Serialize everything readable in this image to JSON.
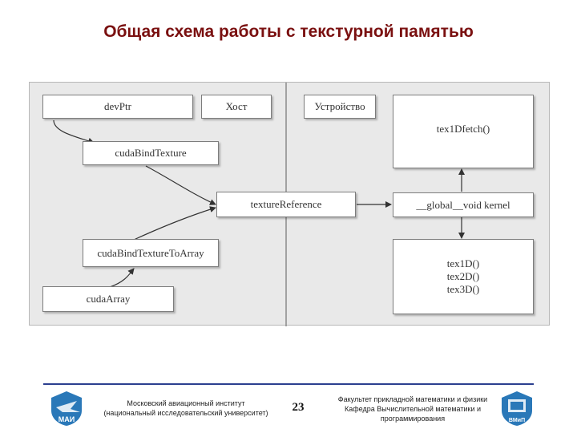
{
  "title": "Общая схема работы с текстурной памятью",
  "diagram": {
    "host_label": "Хост",
    "device_label": "Устройство",
    "host_boxes": {
      "devptr": "devPtr",
      "bind_texture": "cudaBindTexture",
      "bind_texture_to_array": "cudaBindTextureToArray",
      "cuda_array": "cudaArray"
    },
    "texture_reference": "textureReference",
    "device_boxes": {
      "tex1dfetch": "tex1Dfetch()",
      "kernel": "__global__void kernel",
      "tex_funcs": [
        "tex1D()",
        "tex2D()",
        "tex3D()"
      ]
    }
  },
  "footer": {
    "left_line1": "Московский авиационный институт",
    "left_line2": "(национальный исследовательский университет)",
    "page_number": "23",
    "right_line1": "Факультет прикладной математики и физики",
    "right_line2": "Кафедра Вычислительной математики и",
    "right_line3": "программирования",
    "left_logo_text": "МАИ",
    "right_logo_text": "ВМиП"
  },
  "colors": {
    "title": "#7a1010",
    "footer_line": "#2b3f8f",
    "logo_blue": "#2a78b8"
  }
}
